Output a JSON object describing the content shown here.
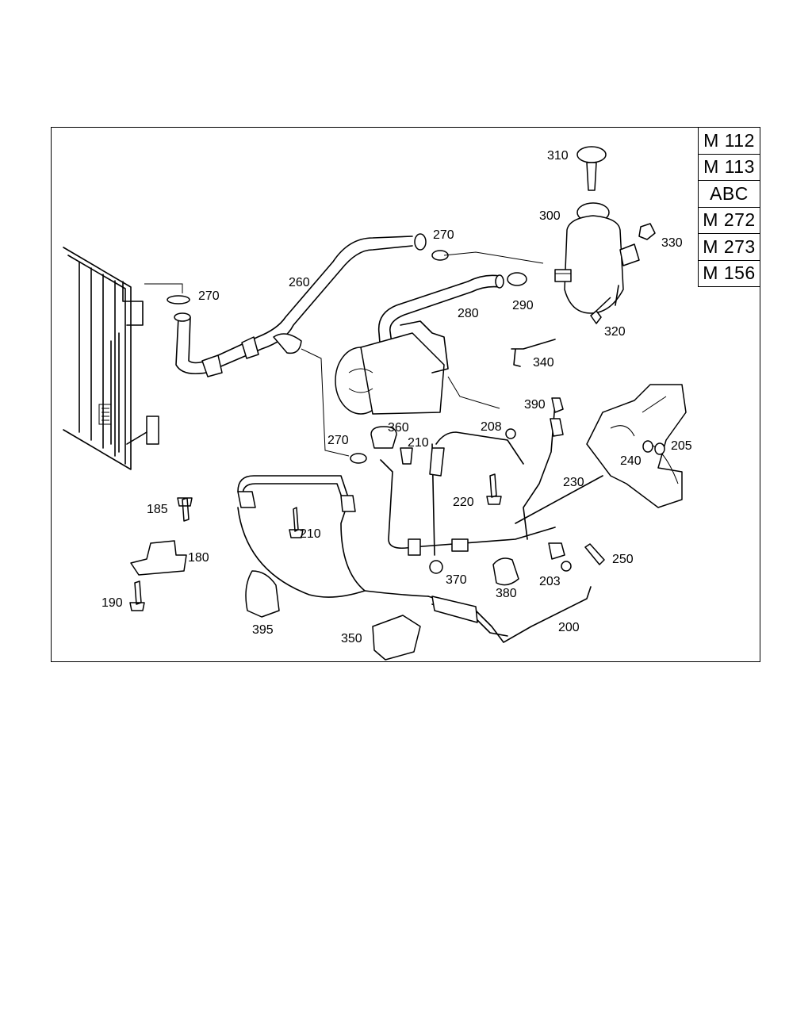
{
  "engine_codes": [
    "M 112",
    "M 113",
    "ABC",
    "M 272",
    "M 273",
    "M 156"
  ],
  "callouts": {
    "c310": "310",
    "c300": "300",
    "c330": "330",
    "c320": "320",
    "c290": "290",
    "c270a": "270",
    "c270b": "270",
    "c270c": "270",
    "c260": "260",
    "c280": "280",
    "c340": "340",
    "c390": "390",
    "c208": "208",
    "c360": "360",
    "c210a": "210",
    "c210b": "210",
    "c205": "205",
    "c240": "240",
    "c230": "230",
    "c220": "220",
    "c185": "185",
    "c180": "180",
    "c190": "190",
    "c370": "370",
    "c380": "380",
    "c203": "203",
    "c250": "250",
    "c395": "395",
    "c350": "350",
    "c200": "200"
  }
}
